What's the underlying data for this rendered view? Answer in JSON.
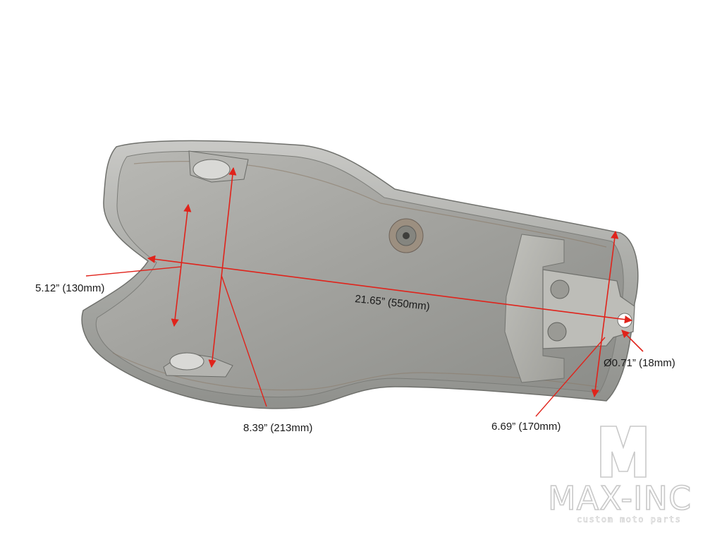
{
  "dimensions": {
    "width_front": "5.12” (130mm)",
    "length_overall": "21.65” (550mm)",
    "mount_hole": "Ø0.71” (18mm)",
    "width_rear": "6.69” (170mm)",
    "mount_spacing": "8.39” (213mm)"
  },
  "annotation_color": "#e0231b",
  "logo": {
    "brand": "MAX-INC",
    "tagline": "custom moto parts"
  }
}
